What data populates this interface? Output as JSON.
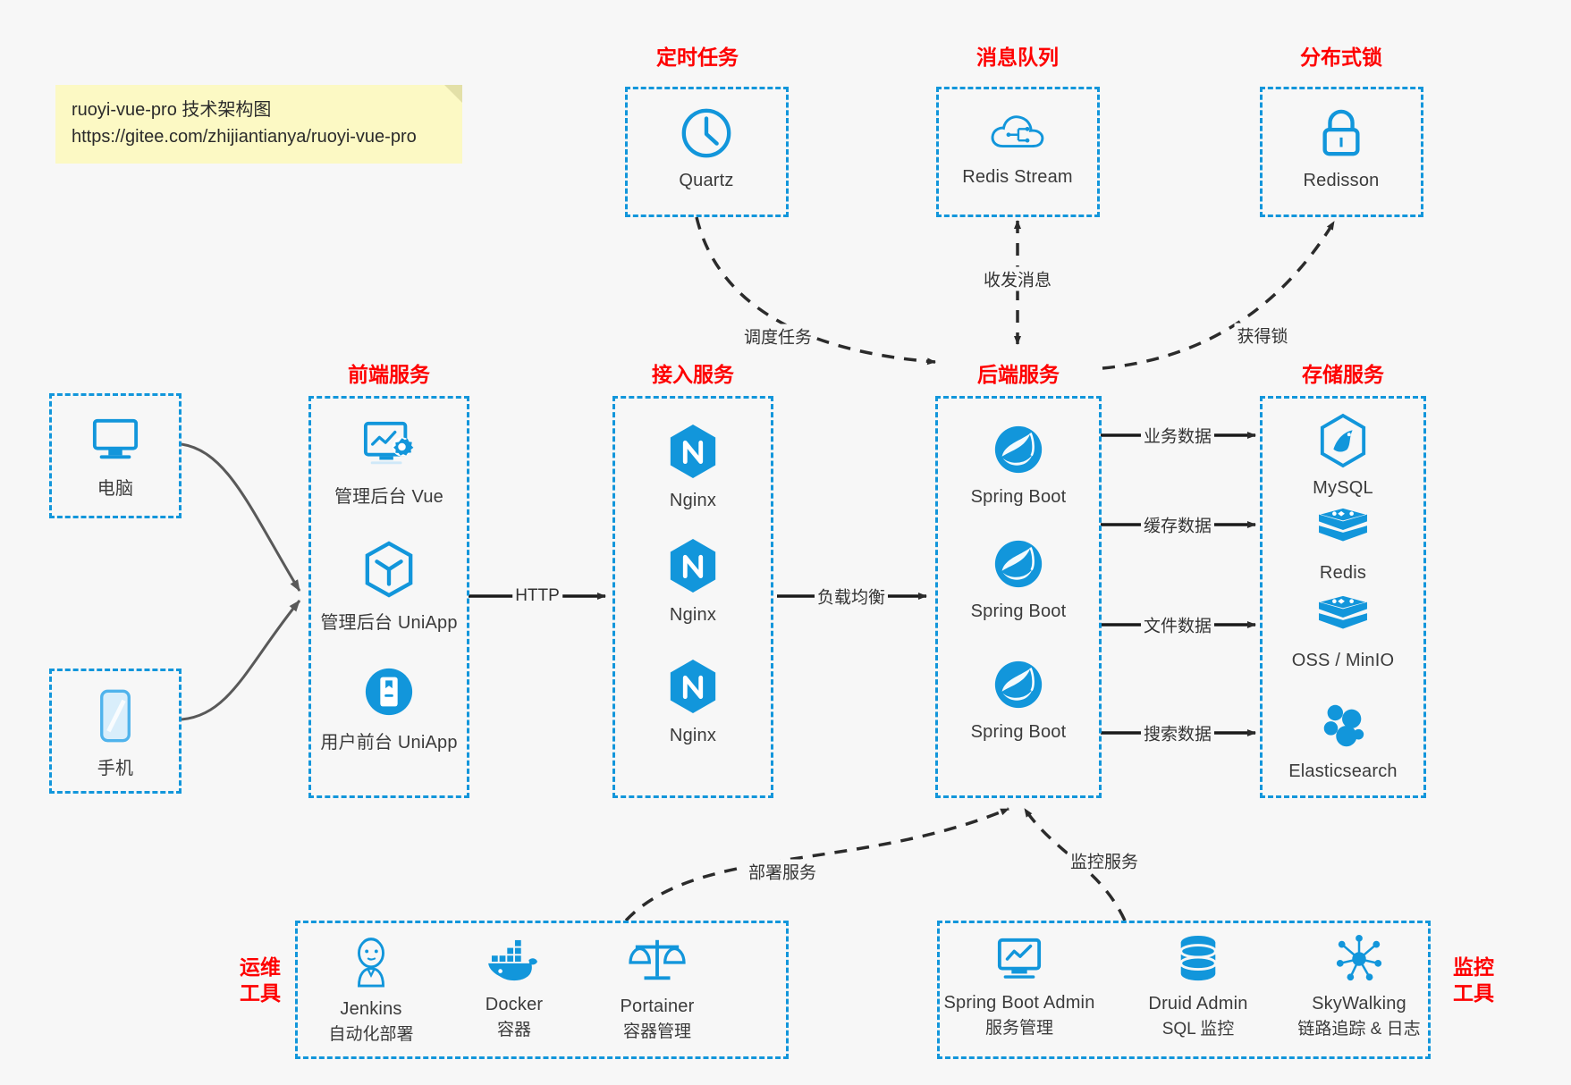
{
  "note": {
    "line1": "ruoyi-vue-pro 技术架构图",
    "line2": "https://gitee.com/zhijiantianya/ruoyi-vue-pro"
  },
  "colors": {
    "accent_blue": "#1296db",
    "group_red": "#fe0000",
    "note_yellow": "#fcf9c4",
    "background": "#f7f7f7",
    "arrow_dark": "#2b2b2b",
    "curve_gray": "#595959"
  },
  "groups": {
    "scheduled_task": {
      "title": "定时任务",
      "nodes": [
        {
          "label": "Quartz",
          "icon": "clock-icon"
        }
      ]
    },
    "message_queue": {
      "title": "消息队列",
      "nodes": [
        {
          "label": "Redis Stream",
          "icon": "cloud-stream-icon"
        }
      ]
    },
    "distributed_lock": {
      "title": "分布式锁",
      "nodes": [
        {
          "label": "Redisson",
          "icon": "lock-icon"
        }
      ]
    },
    "clients": {
      "nodes": [
        {
          "label": "电脑",
          "icon": "desktop-monitor-icon"
        },
        {
          "label": "手机",
          "icon": "mobile-phone-icon"
        }
      ]
    },
    "frontend": {
      "title": "前端服务",
      "nodes": [
        {
          "label": "管理后台 Vue",
          "icon": "dashboard-gear-icon"
        },
        {
          "label": "管理后台 UniApp",
          "icon": "hexagon-cube-icon"
        },
        {
          "label": "用户前台 UniApp",
          "icon": "app-circle-icon"
        }
      ]
    },
    "gateway": {
      "title": "接入服务",
      "nodes": [
        {
          "label": "Nginx",
          "icon": "nginx-icon"
        },
        {
          "label": "Nginx",
          "icon": "nginx-icon"
        },
        {
          "label": "Nginx",
          "icon": "nginx-icon"
        }
      ]
    },
    "backend": {
      "title": "后端服务",
      "nodes": [
        {
          "label": "Spring Boot",
          "icon": "spring-boot-icon"
        },
        {
          "label": "Spring Boot",
          "icon": "spring-boot-icon"
        },
        {
          "label": "Spring Boot",
          "icon": "spring-boot-icon"
        }
      ]
    },
    "storage": {
      "title": "存储服务",
      "nodes": [
        {
          "label": "MySQL",
          "icon": "mysql-icon"
        },
        {
          "label": "Redis",
          "icon": "redis-icon"
        },
        {
          "label": "OSS / MinIO",
          "icon": "oss-minio-icon"
        },
        {
          "label": "Elasticsearch",
          "icon": "elasticsearch-icon"
        }
      ]
    },
    "devops": {
      "title_line1": "运维",
      "title_line2": "工具",
      "nodes": [
        {
          "label": "Jenkins",
          "sublabel": "自动化部署",
          "icon": "jenkins-icon"
        },
        {
          "label": "Docker",
          "sublabel": "容器",
          "icon": "docker-icon"
        },
        {
          "label": "Portainer",
          "sublabel": "容器管理",
          "icon": "portainer-scale-icon"
        }
      ]
    },
    "monitoring": {
      "title_line1": "监控",
      "title_line2": "工具",
      "nodes": [
        {
          "label": "Spring Boot Admin",
          "sublabel": "服务管理",
          "icon": "monitor-chart-icon"
        },
        {
          "label": "Druid Admin",
          "sublabel": "SQL 监控",
          "icon": "database-icon"
        },
        {
          "label": "SkyWalking",
          "sublabel": "链路追踪 & 日志",
          "icon": "skywalking-icon"
        }
      ]
    }
  },
  "edges": [
    {
      "label": "调度任务",
      "from": "scheduled_task",
      "to": "backend",
      "style": "dashed"
    },
    {
      "label": "收发消息",
      "from": "message_queue",
      "to": "backend",
      "style": "dashed-bidirectional"
    },
    {
      "label": "获得锁",
      "from": "backend",
      "to": "distributed_lock",
      "style": "dashed"
    },
    {
      "label": "HTTP",
      "from": "frontend",
      "to": "gateway",
      "style": "solid"
    },
    {
      "label": "负载均衡",
      "from": "gateway",
      "to": "backend",
      "style": "solid"
    },
    {
      "label": "业务数据",
      "from": "backend",
      "to": "storage",
      "style": "solid"
    },
    {
      "label": "缓存数据",
      "from": "backend",
      "to": "storage",
      "style": "solid"
    },
    {
      "label": "文件数据",
      "from": "backend",
      "to": "storage",
      "style": "solid"
    },
    {
      "label": "搜索数据",
      "from": "backend",
      "to": "storage",
      "style": "solid"
    },
    {
      "label": "部署服务",
      "from": "devops",
      "to": "backend",
      "style": "dashed"
    },
    {
      "label": "监控服务",
      "from": "monitoring",
      "to": "backend",
      "style": "dashed"
    }
  ]
}
